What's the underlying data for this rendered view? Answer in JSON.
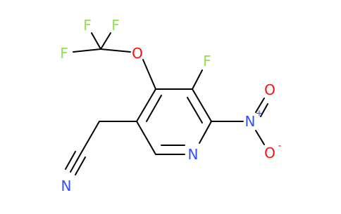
{
  "molecule": {
    "atom_labels": {
      "f1": "F",
      "f2": "F",
      "f3": "F",
      "o_ether": "O",
      "f_ring": "F",
      "n_nitro": "N",
      "n_nitro_charge": "+",
      "o_nitro_top": "O",
      "o_nitro_bottom": "O",
      "o_nitro_bottom_charge": "-",
      "n_ring": "N",
      "n_nitrile": "N"
    },
    "colors": {
      "bond": "#000000",
      "fluorine": "#90e050",
      "oxygen": "#ff0d0d",
      "nitrogen": "#3050f8"
    }
  }
}
